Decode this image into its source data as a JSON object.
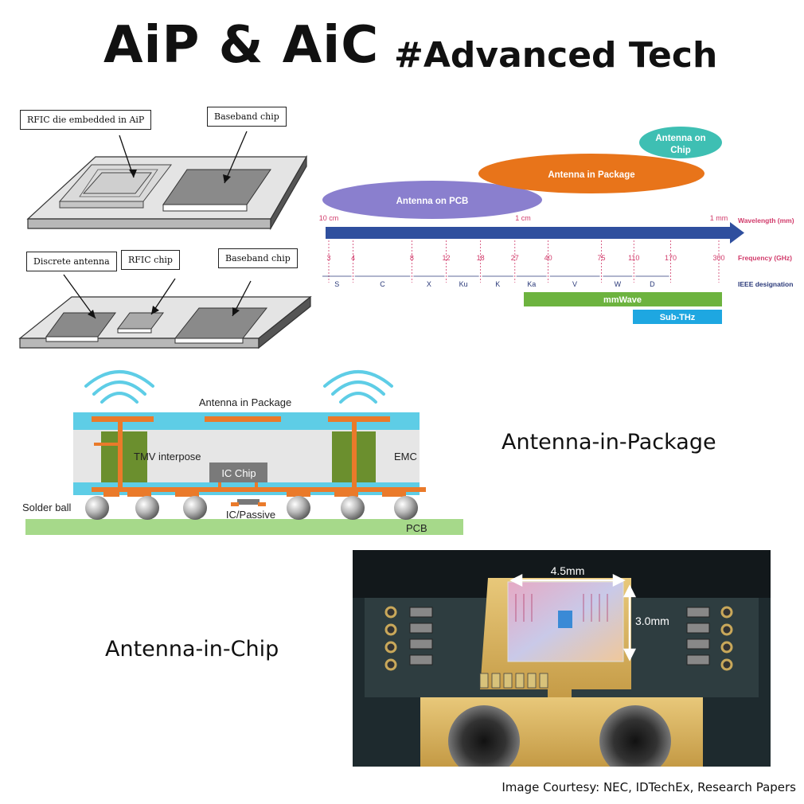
{
  "title": "AiP & AiC",
  "tag": "#Advanced Tech",
  "package_drawing": {
    "aip_labels": [
      "RFIC die embedded in AiP",
      "Baseband chip"
    ],
    "discrete_labels": [
      "Discrete antenna",
      "RFIC chip",
      "Baseband chip"
    ]
  },
  "spectrum": {
    "ellipses": [
      {
        "label_lines": [
          "Antenna on PCB"
        ],
        "color": "#8a7fce"
      },
      {
        "label_lines": [
          "Antenna in Package"
        ],
        "color": "#e8741a"
      },
      {
        "label_lines": [
          "Antenna on",
          "Chip"
        ],
        "color": "#3ebfb3"
      }
    ],
    "wavelength_marks": [
      "10 cm",
      "1 cm",
      "1 mm"
    ],
    "wavelength_label": "Wavelength (mm)",
    "frequencies": [
      "3",
      "4",
      "8",
      "12",
      "18",
      "27",
      "40",
      "75",
      "110",
      "170",
      "300"
    ],
    "frequency_label": "Frequency (GHz)",
    "bands": [
      "S",
      "C",
      "X",
      "Ku",
      "K",
      "Ka",
      "V",
      "W",
      "D"
    ],
    "band_label": "IEEE designation",
    "mmwave_label": "mmWave",
    "subthz_label": "Sub-THz",
    "colors": {
      "arrow": "#2f4f9e",
      "freq_text": "#d13a6a",
      "mmwave": "#6db33f",
      "subthz": "#1ea7e1",
      "band_text": "#2b3a7a"
    }
  },
  "cross_section": {
    "antenna_label": "Antenna in Package",
    "tmv_label": "TMV interpose",
    "emc_label": "EMC",
    "ic_chip_label": "IC Chip",
    "solder_label": "Solder ball",
    "passive_label": "IC/Passive",
    "pcb_label": "PCB",
    "colors": {
      "substrate": "#5ecde6",
      "trace": "#ea7a2a",
      "via": "#6b8f2e",
      "pcb": "#a6d98a",
      "mold": "#e8e8e8"
    }
  },
  "aip_section_label": "Antenna-in-Package",
  "aic_section_label": "Antenna-in-Chip",
  "photo": {
    "width_label": "4.5mm",
    "height_label": "3.0mm"
  },
  "courtesy": "Image Courtesy:  NEC, IDTechEx, Research Papers"
}
